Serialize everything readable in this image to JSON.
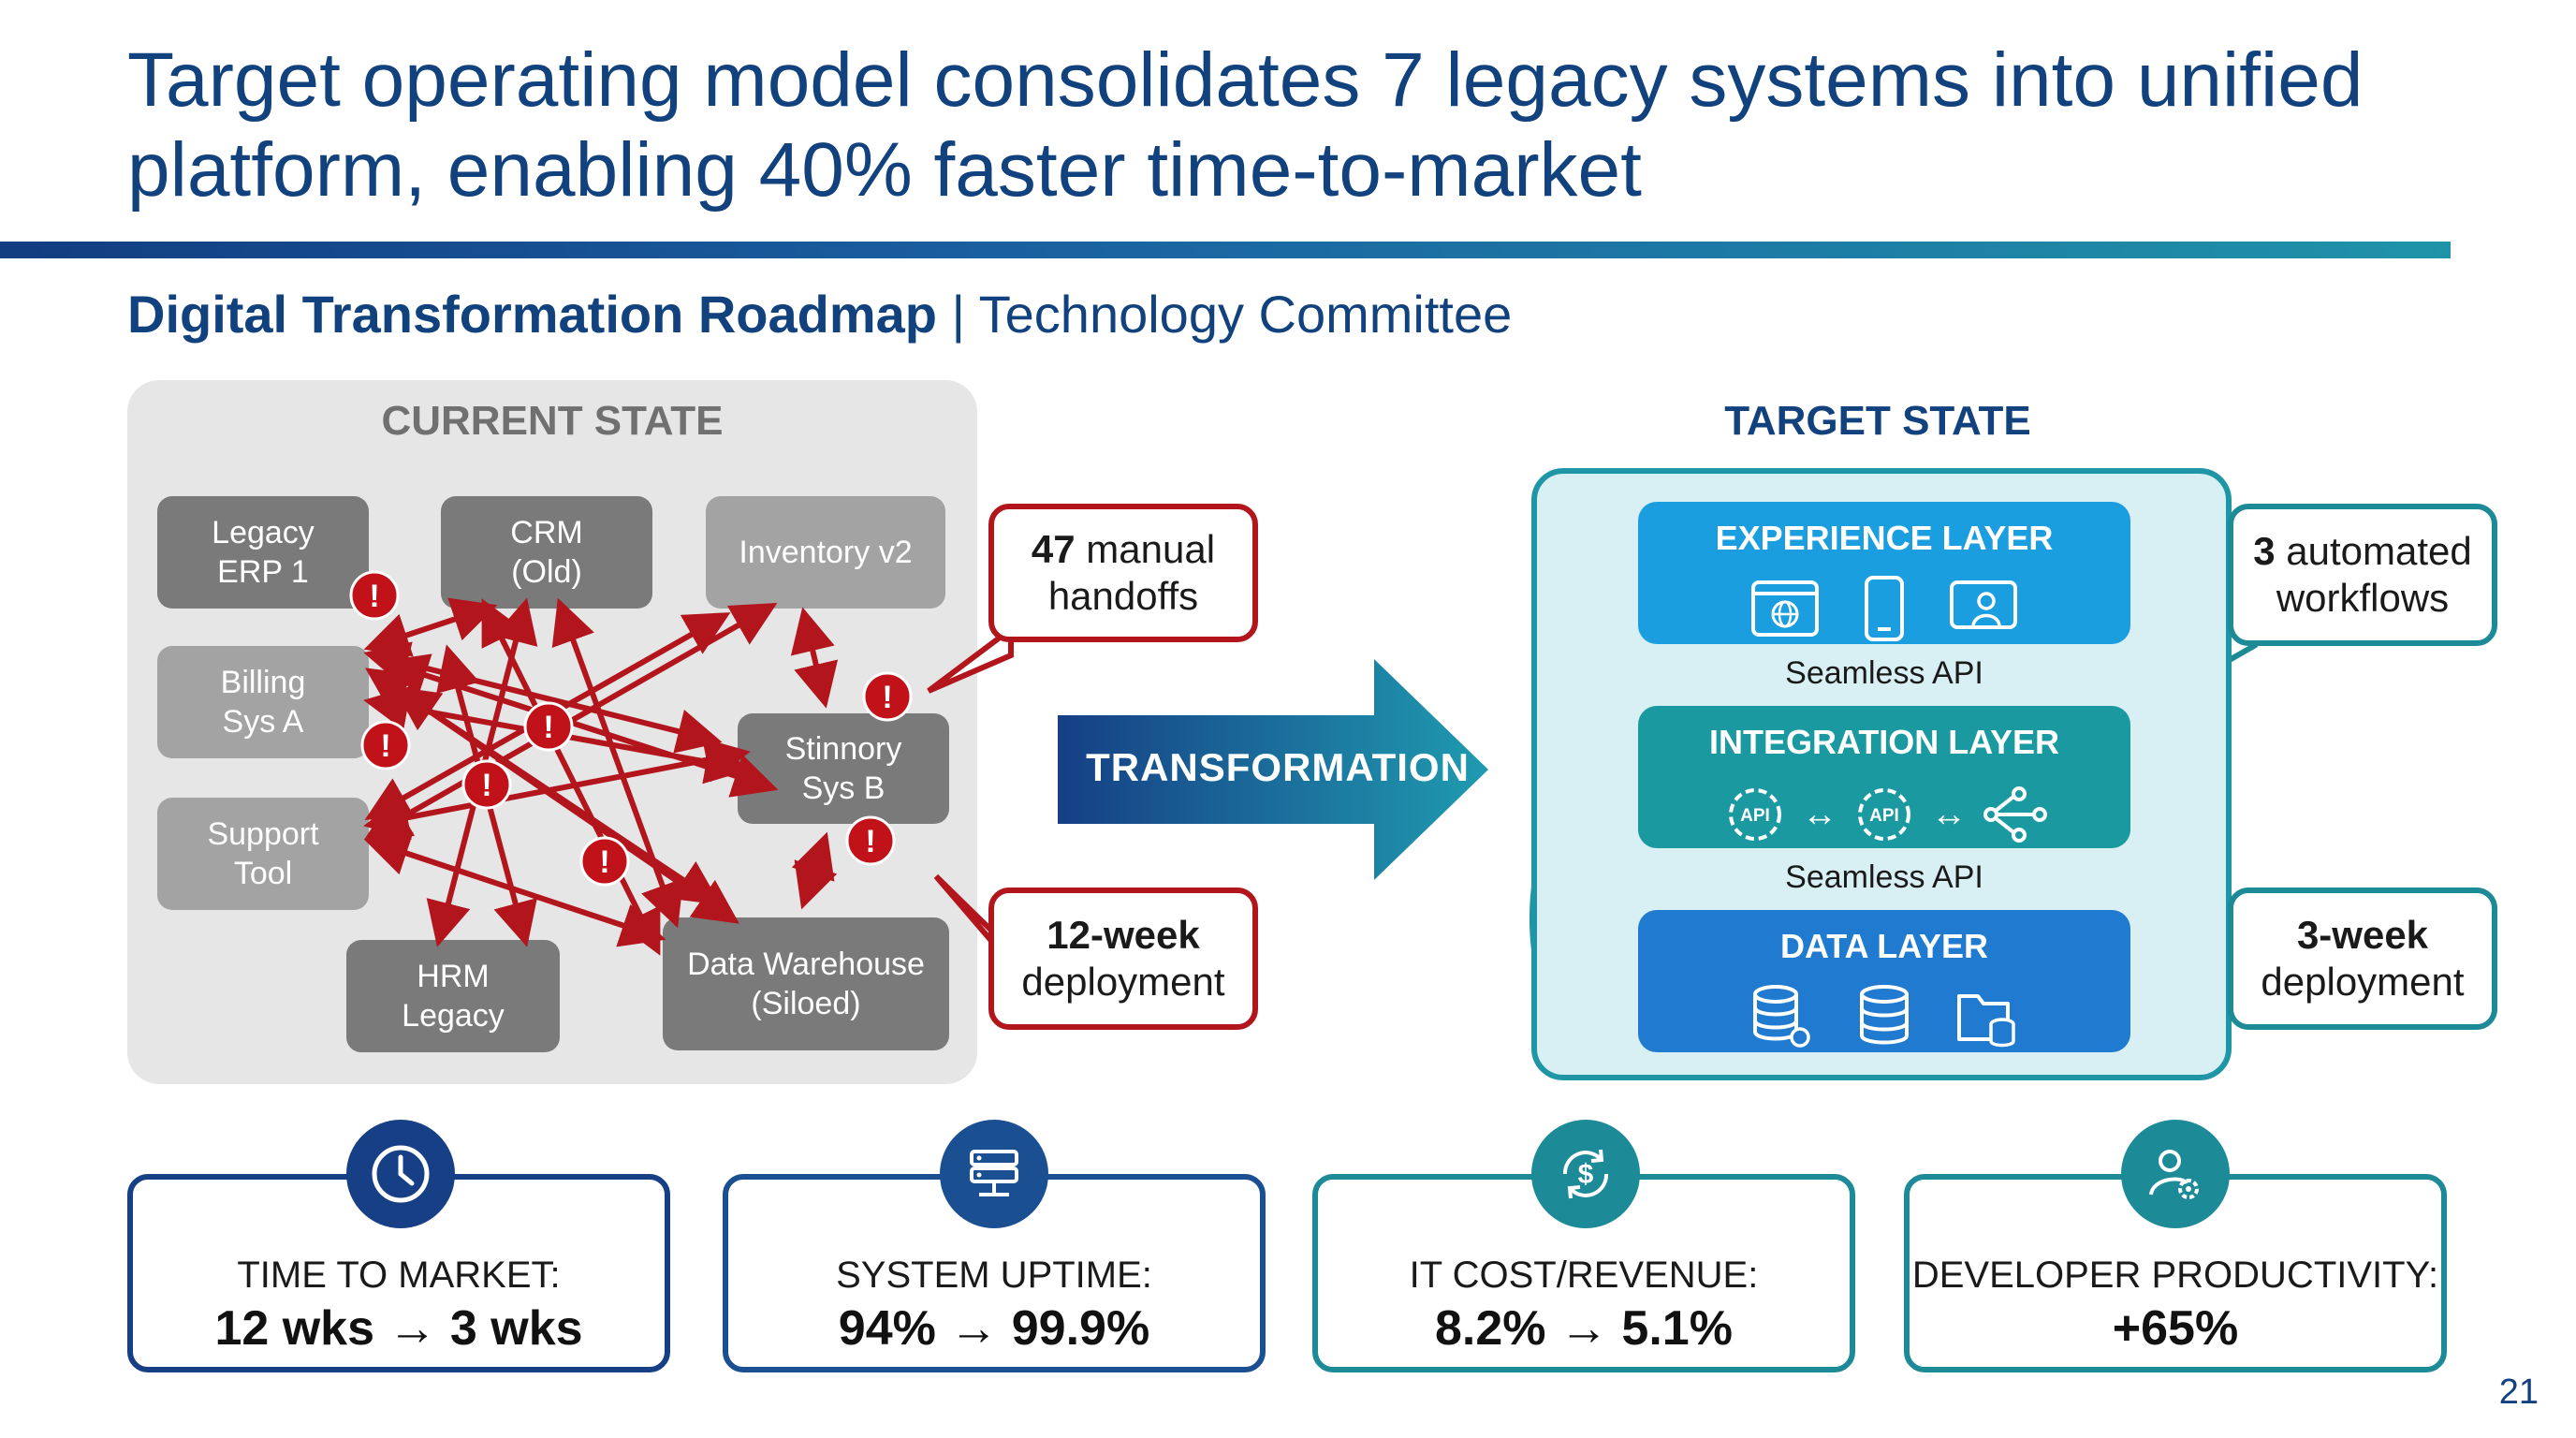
{
  "slide": {
    "title": "Target operating model consolidates 7 legacy systems into unified platform, enabling 40% faster time-to-market",
    "subtitle_strong": "Digital Transformation Roadmap",
    "subtitle_separator": " | ",
    "subtitle_rest": "Technology Committee",
    "page_number": "21"
  },
  "current_state": {
    "title": "CURRENT STATE",
    "systems": [
      {
        "id": "legacy-erp",
        "label": "Legacy\nERP 1"
      },
      {
        "id": "crm",
        "label": "CRM\n(Old)"
      },
      {
        "id": "inventory",
        "label": "Inventory v2"
      },
      {
        "id": "billing",
        "label": "Billing\nSys A"
      },
      {
        "id": "stinnory",
        "label": "Stinnory\nSys B"
      },
      {
        "id": "support",
        "label": "Support\nTool"
      },
      {
        "id": "hrm",
        "label": "HRM\nLegacy"
      },
      {
        "id": "warehouse",
        "label": "Data Warehouse\n(Siloed)"
      }
    ],
    "warning_glyph": "!",
    "callout_handoffs": {
      "number": "47",
      "text_rest": " manual",
      "line2": "handoffs"
    },
    "callout_deployment": {
      "line1": "12-week",
      "line2": "deployment"
    }
  },
  "transformation": {
    "label": "TRANSFORMATION"
  },
  "target_state": {
    "title": "TARGET STATE",
    "layers": [
      {
        "label": "EXPERIENCE LAYER",
        "icons": [
          "browser-globe-icon",
          "mobile-phone-icon",
          "user-screen-icon"
        ]
      },
      {
        "label": "INTEGRATION LAYER",
        "icons": [
          "api-gear-icon",
          "api-gear-icon",
          "network-node-icon"
        ],
        "api_text": "API",
        "link_glyph": "↔"
      },
      {
        "label": "DATA LAYER",
        "icons": [
          "database-icon",
          "database-icon",
          "folder-database-icon"
        ]
      }
    ],
    "api_labels": [
      "Seamless API",
      "Seamless API"
    ],
    "callout_workflows": {
      "number": "3",
      "text_rest": " automated",
      "line2": "workflows"
    },
    "callout_deployment": {
      "line1": "3-week",
      "line2": "deployment"
    }
  },
  "kpis": [
    {
      "label": "TIME TO MARKET:",
      "value": "12 wks → 3 wks",
      "icon": "clock-icon"
    },
    {
      "label": "SYSTEM UPTIME:",
      "value": "94% → 99.9%",
      "icon": "server-icon"
    },
    {
      "label": "IT COST/REVENUE:",
      "value": "8.2% → 5.1%",
      "icon": "cost-cycle-icon"
    },
    {
      "label": "DEVELOPER PRODUCTIVITY:",
      "value": "+65%",
      "icon": "developer-gear-icon"
    }
  ],
  "colors": {
    "navy": "#12427e",
    "red": "#b3151c",
    "teal": "#1c8a97",
    "experience": "#1a9ee0",
    "integration": "#1a9aa0",
    "data": "#1f7ad0"
  }
}
